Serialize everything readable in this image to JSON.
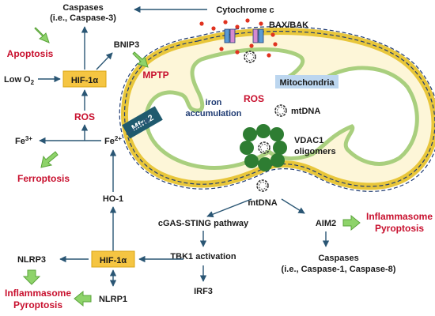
{
  "labels": {
    "caspases_top": "Caspases",
    "caspases_top_sub": "(i.e., Caspase-3)",
    "cytochrome": "Cytochrome c",
    "bax_bak": "BAX/BAK",
    "apoptosis": "Apoptosis",
    "bnip3": "BNIP3",
    "low_o2": "Low O",
    "low_o2_sub": "2",
    "hif_top": "HIF-1α",
    "mptp": "MPTP",
    "mitochondria": "Mitochondria",
    "ros_left": "ROS",
    "ros_mito": "ROS",
    "iron_accum_1": "iron",
    "iron_accum_2": "accumulation",
    "mtdna_inner": "mtDNA",
    "mfrn2": "Mfrn2",
    "fe3": "Fe",
    "fe3_sup": "3+",
    "fe2": "Fe",
    "fe2_sup": "2+",
    "vdac1_1": "VDAC1",
    "vdac1_2": "oligomers",
    "ferroptosis": "Ferroptosis",
    "mtdna_out": "mtDNA",
    "ho1": "HO-1",
    "cgas": "cGAS-STING pathway",
    "aim2": "AIM2",
    "inflammasome_right_1": "Inflammasome",
    "inflammasome_right_2": "Pyroptosis",
    "nlrp3": "NLRP3",
    "hif_bottom": "HIF-1α",
    "tbk1": "TBK1 activation",
    "caspases_bottom": "Caspases",
    "caspases_bottom_sub": "(i.e., Caspase-1, Caspase-8)",
    "inflammasome_left_1": "Inflammasome",
    "inflammasome_left_2": "Pyroptosis",
    "nlrp1": "NLRP1",
    "irf3": "IRF3"
  },
  "colors": {
    "arrow": "#2a5674",
    "red_text": "#c8102e",
    "hif_box": "#f5c542",
    "mito_outer": "#f1d04a",
    "mito_inner": "#a9cf7e",
    "vdac": "#2e7d32",
    "mfrn2": "#1f5a6e",
    "green_arrow": "#6cc04a",
    "mito_label_bg": "#bcd6ef",
    "dot": "#e0321f"
  }
}
